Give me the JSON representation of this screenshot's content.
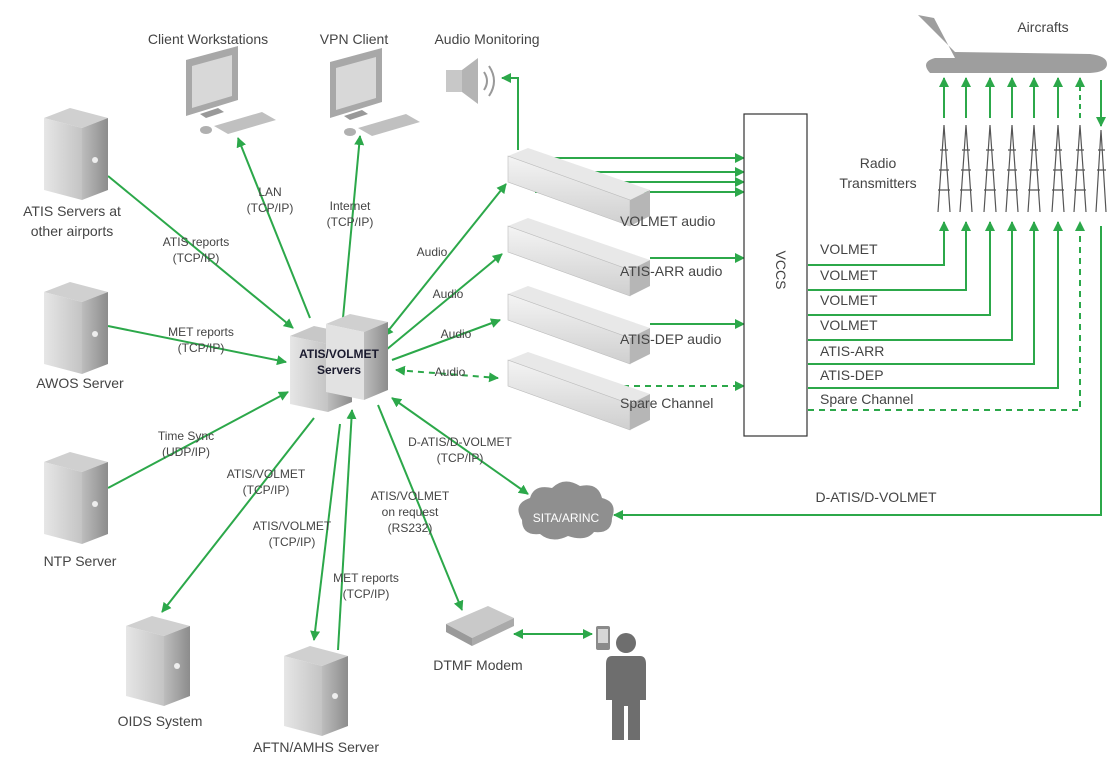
{
  "nodes": {
    "client_workstations": "Client Workstations",
    "vpn_client": "VPN Client",
    "audio_monitoring": "Audio Monitoring",
    "aircrafts": "Aircrafts",
    "radio_transmitters_line1": "Radio",
    "radio_transmitters_line2": "Transmitters",
    "atis_servers_line1": "ATIS Servers at",
    "atis_servers_line2": "other airports",
    "awos_server": "AWOS Server",
    "ntp_server": "NTP Server",
    "oids_system": "OIDS System",
    "aftn_server": "AFTN/AMHS Server",
    "dtmf_modem": "DTMF Modem",
    "sita_arinc": "SITA/ARINC",
    "central_line1": "ATIS/VOLMET",
    "central_line2": "Servers",
    "vccs": "VCCS",
    "ch_volmet": "VOLMET audio",
    "ch_atis_arr": "ATIS-ARR audio",
    "ch_atis_dep": "ATIS-DEP audio",
    "ch_spare": "Spare Channel"
  },
  "links": {
    "lan_1": "LAN",
    "lan_2": "(TCP/IP)",
    "internet_1": "Internet",
    "internet_2": "(TCP/IP)",
    "atis_reports_1": "ATIS reports",
    "atis_reports_2": "(TCP/IP)",
    "met_reports_1": "MET reports",
    "met_reports_2": "(TCP/IP)",
    "time_sync_1": "Time Sync",
    "time_sync_2": "(UDP/IP)",
    "atis_volmet_a_1": "ATIS/VOLMET",
    "atis_volmet_a_2": "(TCP/IP)",
    "atis_volmet_b_1": "ATIS/VOLMET",
    "atis_volmet_b_2": "(TCP/IP)",
    "met_reports_b_1": "MET reports",
    "met_reports_b_2": "(TCP/IP)",
    "on_request_1": "ATIS/VOLMET",
    "on_request_2": "on request",
    "on_request_3": "(RS232)",
    "datis_1": "D-ATIS/D-VOLMET",
    "datis_2": "(TCP/IP)",
    "audio_1": "Audio",
    "audio_2": "Audio",
    "audio_3": "Audio",
    "audio_4": "Audio",
    "out_volmet_1": "VOLMET",
    "out_volmet_2": "VOLMET",
    "out_volmet_3": "VOLMET",
    "out_volmet_4": "VOLMET",
    "out_atis_arr": "ATIS-ARR",
    "out_atis_dep": "ATIS-DEP",
    "out_spare": "Spare Channel",
    "datis_bottom": "D-ATIS/D-VOLMET"
  },
  "colors": {
    "arrow": "#2ca84a",
    "device": "#9a9a9a",
    "device_dark": "#6f6f6f",
    "text": "#444444"
  }
}
